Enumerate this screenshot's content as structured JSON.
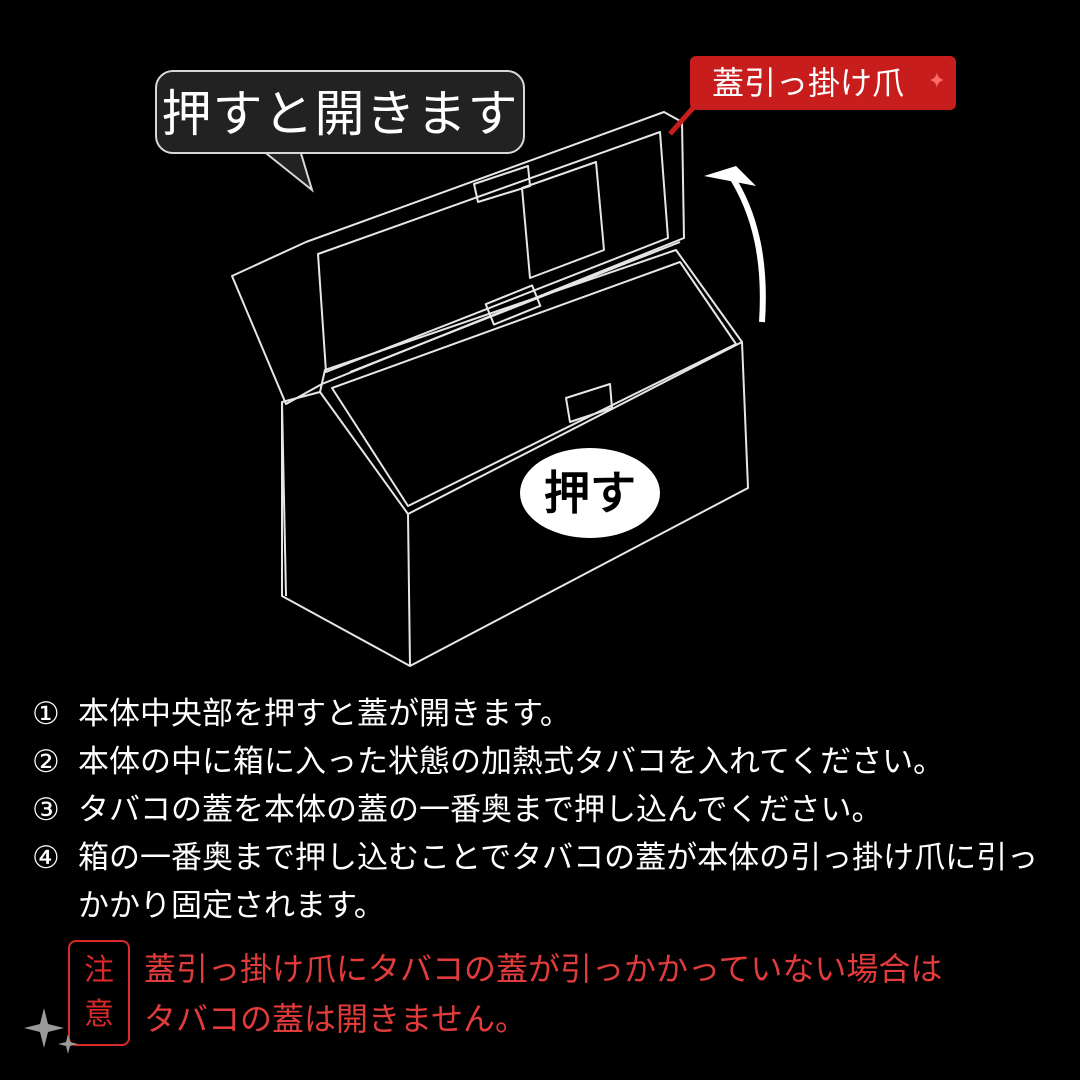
{
  "illustration": {
    "bubble_text": "押すと開きます",
    "claw_label": "蓋引っ掛け爪",
    "push_label": "押す",
    "accent_color": "#c81d1d"
  },
  "steps": [
    {
      "num": "①",
      "text": "本体中央部を押すと蓋が開きます。"
    },
    {
      "num": "②",
      "text": "本体の中に箱に入った状態の加熱式タバコを入れてください。"
    },
    {
      "num": "③",
      "text": "タバコの蓋を本体の蓋の一番奥まで押し込んでください。"
    },
    {
      "num": "④",
      "text": "箱の一番奥まで押し込むことでタバコの蓋が本体の引っ掛け爪に引っかかり固定されます。"
    }
  ],
  "caution": {
    "badge_1": "注",
    "badge_2": "意",
    "line_1": "蓋引っ掛け爪にタバコの蓋が引っかかっていない場合は",
    "line_2": "タバコの蓋は開きません。",
    "color": "#e23b3b"
  }
}
